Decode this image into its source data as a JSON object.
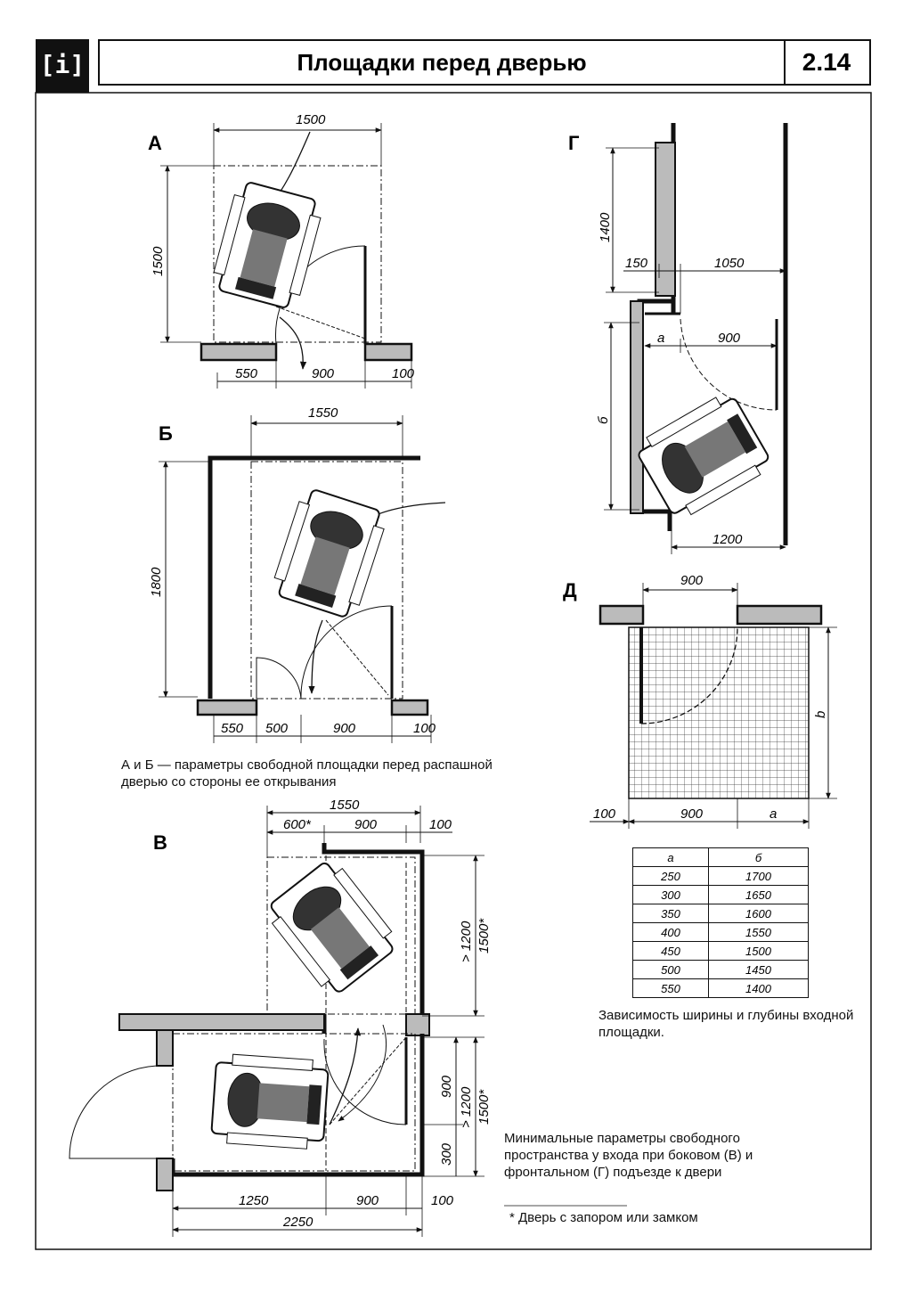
{
  "header": {
    "logo": "[i]",
    "title": "Площадки перед дверью",
    "sheet": "2.14"
  },
  "labels": {
    "A": "А",
    "B": "Б",
    "V": "В",
    "G": "Г",
    "D": "Д"
  },
  "A": {
    "dims": [
      "1500",
      "1500",
      "550",
      "900",
      "100"
    ]
  },
  "B": {
    "dims": [
      "1550",
      "1800",
      "550",
      "500",
      "900",
      "100"
    ]
  },
  "caption_ab": "А и Б — параметры свободной площадки перед распашной дверью со стороны ее открывания",
  "V": {
    "dims": [
      "1550",
      "600*",
      "900",
      "100",
      "> 1200",
      "1500*",
      "900",
      "> 1200",
      "1500*",
      "300",
      "1250",
      "900",
      "100",
      "2250"
    ]
  },
  "G": {
    "dims": [
      "1400",
      "150",
      "1050",
      "а",
      "900",
      "б",
      "1200"
    ]
  },
  "D": {
    "dims": [
      "900",
      "b",
      "100",
      "900",
      "a"
    ]
  },
  "table": {
    "headers": [
      "а",
      "б"
    ],
    "rows": [
      [
        "250",
        "1700"
      ],
      [
        "300",
        "1650"
      ],
      [
        "350",
        "1600"
      ],
      [
        "400",
        "1550"
      ],
      [
        "450",
        "1500"
      ],
      [
        "500",
        "1450"
      ],
      [
        "550",
        "1400"
      ]
    ]
  },
  "caption_table": "Зависимость ширины и глубины входной площадки.",
  "caption_vg": "Минимальные параметры свободного пространства у входа при боковом (В) и фронтальном (Г) подъезде к двери",
  "footnote": "* Дверь с запором или замком"
}
